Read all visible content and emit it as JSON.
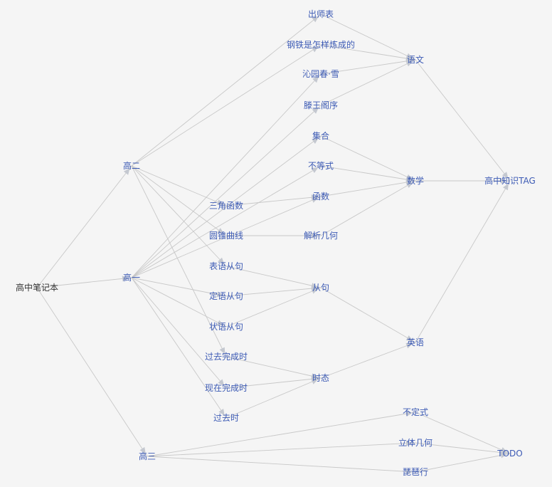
{
  "colors": {
    "background": "#f5f5f5",
    "edge": "#c8c8c8",
    "arrow": "#c4c8d0",
    "label": "#3d5bb5",
    "root_label": "#333333"
  },
  "nodes": [
    {
      "id": "root",
      "label": "高中笔记本",
      "role": "root"
    },
    {
      "id": "g1",
      "label": "高一"
    },
    {
      "id": "g2",
      "label": "高二"
    },
    {
      "id": "g3",
      "label": "高三"
    },
    {
      "id": "chushibiao",
      "label": "出师表"
    },
    {
      "id": "gangtie",
      "label": "钢铁是怎样炼成的"
    },
    {
      "id": "qinyuan",
      "label": "沁园春·雪"
    },
    {
      "id": "tengwang",
      "label": "滕王阁序"
    },
    {
      "id": "jihe",
      "label": "集合"
    },
    {
      "id": "budengshi",
      "label": "不等式"
    },
    {
      "id": "hanshu",
      "label": "函数"
    },
    {
      "id": "sanjiao",
      "label": "三角函数"
    },
    {
      "id": "yuanzhui",
      "label": "圆锥曲线"
    },
    {
      "id": "jiexi",
      "label": "解析几何"
    },
    {
      "id": "biaoyu",
      "label": "表语从句"
    },
    {
      "id": "dingyu",
      "label": "定语从句"
    },
    {
      "id": "zhuangyu",
      "label": "状语从句"
    },
    {
      "id": "congju",
      "label": "从句"
    },
    {
      "id": "guoquwancheng",
      "label": "过去完成时"
    },
    {
      "id": "xianzaiwancheng",
      "label": "现在完成时"
    },
    {
      "id": "guoqu",
      "label": "过去时"
    },
    {
      "id": "shitai",
      "label": "时态"
    },
    {
      "id": "yuwen",
      "label": "语文"
    },
    {
      "id": "shuxue",
      "label": "数学"
    },
    {
      "id": "yingyu",
      "label": "英语"
    },
    {
      "id": "tag",
      "label": "高中知识TAG"
    },
    {
      "id": "budingshi",
      "label": "不定式"
    },
    {
      "id": "liti",
      "label": "立体几何"
    },
    {
      "id": "pipa",
      "label": "琵琶行"
    },
    {
      "id": "todo",
      "label": "TODO"
    }
  ],
  "edges": [
    [
      "root",
      "g2"
    ],
    [
      "root",
      "g1"
    ],
    [
      "root",
      "g3"
    ],
    [
      "g2",
      "chushibiao"
    ],
    [
      "g2",
      "gangtie"
    ],
    [
      "g2",
      "sanjiao"
    ],
    [
      "g2",
      "yuanzhui"
    ],
    [
      "g2",
      "biaoyu"
    ],
    [
      "g2",
      "guoquwancheng"
    ],
    [
      "g1",
      "qinyuan"
    ],
    [
      "g1",
      "tengwang"
    ],
    [
      "g1",
      "jihe"
    ],
    [
      "g1",
      "budengshi"
    ],
    [
      "g1",
      "hanshu"
    ],
    [
      "g1",
      "dingyu"
    ],
    [
      "g1",
      "zhuangyu"
    ],
    [
      "g1",
      "xianzaiwancheng"
    ],
    [
      "g1",
      "guoqu"
    ],
    [
      "g3",
      "budingshi"
    ],
    [
      "g3",
      "liti"
    ],
    [
      "g3",
      "pipa"
    ],
    [
      "chushibiao",
      "yuwen"
    ],
    [
      "gangtie",
      "yuwen"
    ],
    [
      "qinyuan",
      "yuwen"
    ],
    [
      "tengwang",
      "yuwen"
    ],
    [
      "jihe",
      "shuxue"
    ],
    [
      "budengshi",
      "shuxue"
    ],
    [
      "hanshu",
      "shuxue"
    ],
    [
      "jiexi",
      "shuxue"
    ],
    [
      "sanjiao",
      "hanshu"
    ],
    [
      "yuanzhui",
      "jiexi"
    ],
    [
      "biaoyu",
      "congju"
    ],
    [
      "dingyu",
      "congju"
    ],
    [
      "zhuangyu",
      "congju"
    ],
    [
      "guoquwancheng",
      "shitai"
    ],
    [
      "xianzaiwancheng",
      "shitai"
    ],
    [
      "guoqu",
      "shitai"
    ],
    [
      "congju",
      "yingyu"
    ],
    [
      "shitai",
      "yingyu"
    ],
    [
      "yuwen",
      "tag"
    ],
    [
      "shuxue",
      "tag"
    ],
    [
      "yingyu",
      "tag"
    ],
    [
      "budingshi",
      "todo"
    ],
    [
      "liti",
      "todo"
    ],
    [
      "pipa",
      "todo"
    ]
  ]
}
